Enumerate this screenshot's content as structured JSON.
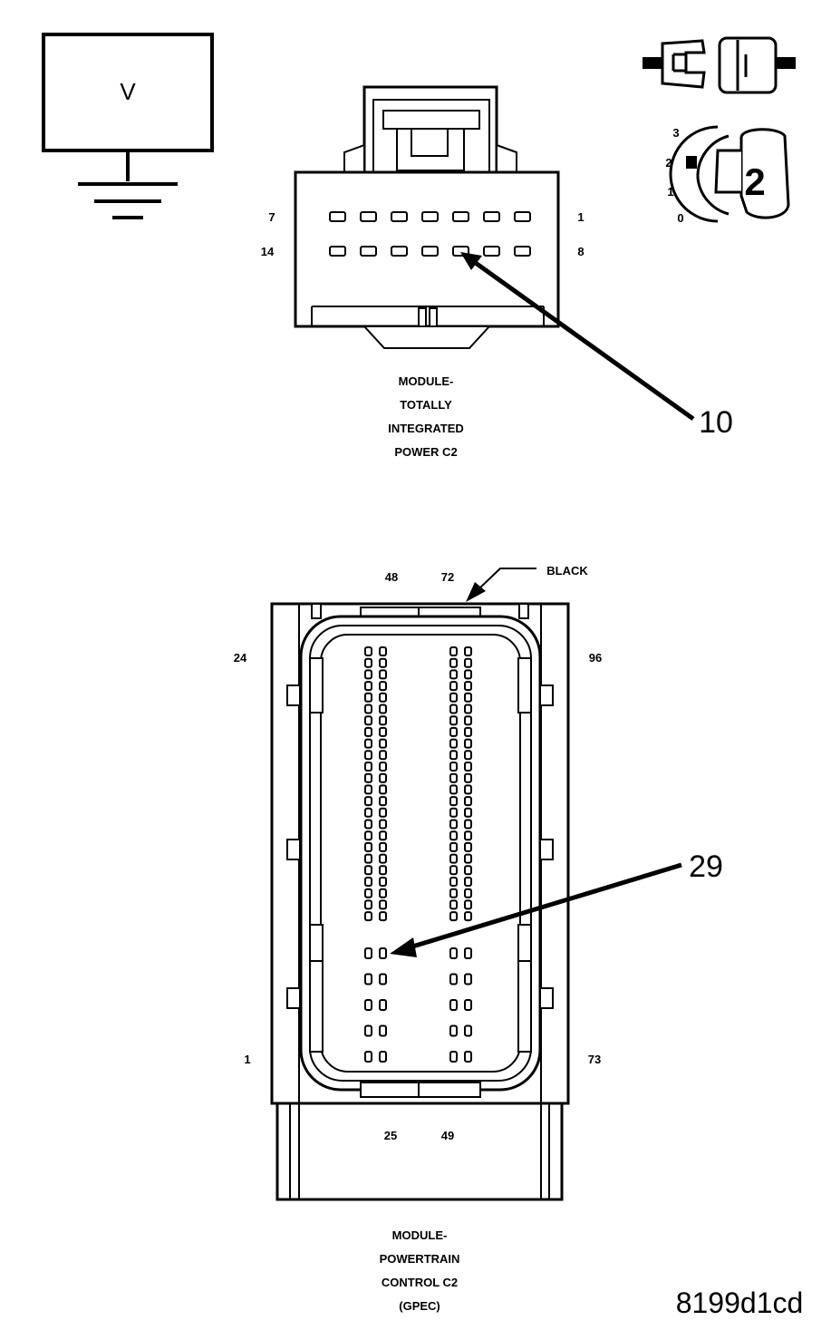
{
  "voltmeter": {
    "label": "V"
  },
  "ignition": {
    "positions": [
      "3",
      "2",
      "1",
      "0"
    ],
    "selected": "2"
  },
  "c2_connector": {
    "pin_labels": {
      "top_left": "7",
      "top_right": "1",
      "bottom_left": "14",
      "bottom_right": "8"
    },
    "caption": [
      "MODULE-",
      "TOTALLY",
      "INTEGRATED",
      "POWER C2"
    ],
    "callout": "10"
  },
  "pcm_connector": {
    "pin_labels": {
      "top_48": "48",
      "top_72": "72",
      "left_24": "24",
      "right_96": "96",
      "left_1": "1",
      "right_73": "73",
      "bottom_25": "25",
      "bottom_49": "49"
    },
    "color_label": "BLACK",
    "caption": [
      "MODULE-",
      "POWERTRAIN",
      "CONTROL C2",
      "(GPEC)"
    ],
    "callout": "29"
  },
  "figure_id": "8199d1cd"
}
